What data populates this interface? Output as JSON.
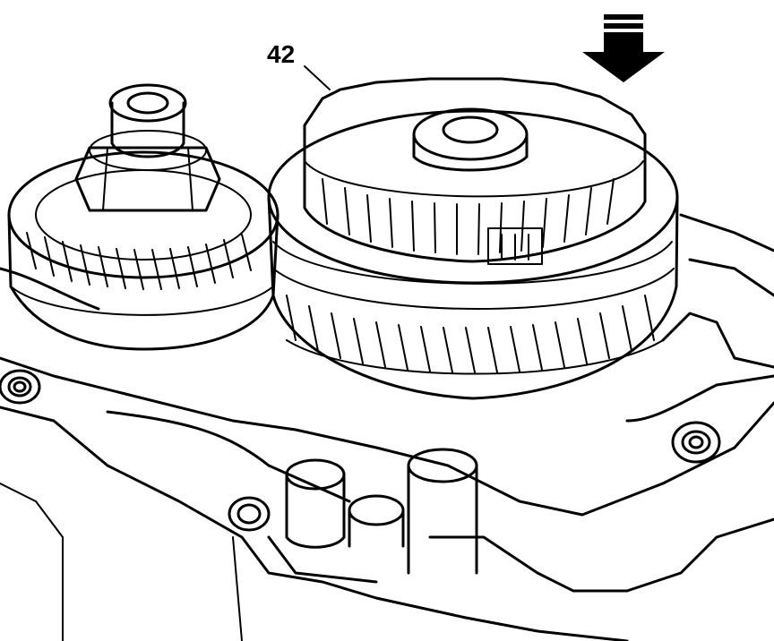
{
  "diagram": {
    "callouts": [
      {
        "id": "42",
        "label": "42",
        "target": "selector-sleeve-gear-assembly"
      }
    ],
    "indicators": [
      {
        "type": "arrow",
        "direction": "down",
        "meaning": "press-direction"
      }
    ],
    "colors": {
      "line": "#000000",
      "background": "#ffffff"
    }
  }
}
